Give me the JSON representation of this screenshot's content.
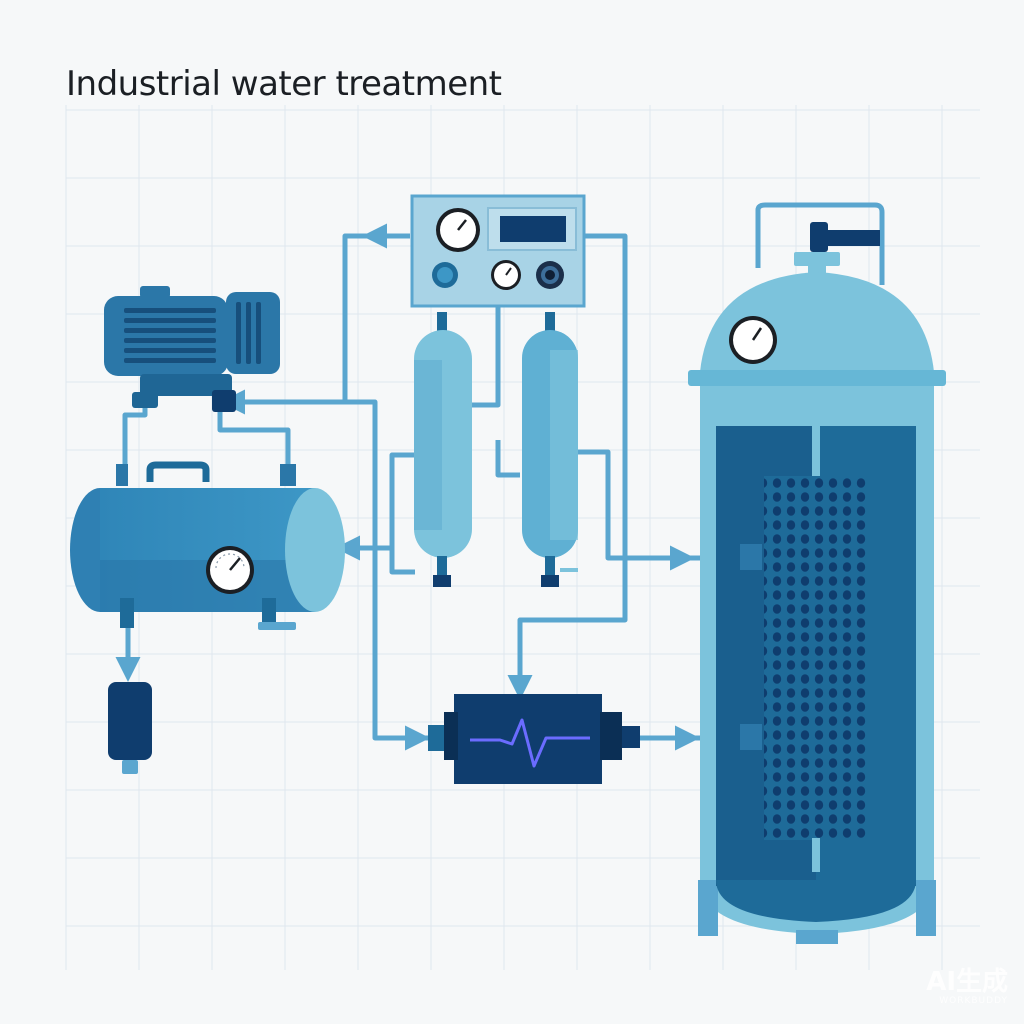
{
  "title": "Industrial water treatment",
  "watermark": {
    "main": "AI生成",
    "sub": "WORKBUDDY"
  },
  "colors": {
    "background": "#f6f8f9",
    "grid": "#dfe7ee",
    "pipe": "#5aa6cf",
    "pipe_dark": "#2f7fad",
    "tank_light": "#7cc3dc",
    "tank_mid": "#3d8fbf",
    "tank_dark": "#1e6b99",
    "navy": "#0f3d6e",
    "panel": "#a8d3e6",
    "waveform": "#6b6cff"
  },
  "components": [
    {
      "name": "motor-pump",
      "icon": "electric-motor-icon"
    },
    {
      "name": "pressure-tank",
      "icon": "horizontal-tank-icon"
    },
    {
      "name": "cartridge-filter",
      "icon": "filter-cartridge-icon"
    },
    {
      "name": "control-panel",
      "icon": "control-panel-icon"
    },
    {
      "name": "membrane-vessel-left",
      "icon": "vessel-icon"
    },
    {
      "name": "membrane-vessel-right",
      "icon": "vessel-icon"
    },
    {
      "name": "monitoring-unit",
      "icon": "waveform-monitor-icon"
    },
    {
      "name": "reactor-tank",
      "icon": "reactor-tank-icon"
    }
  ]
}
